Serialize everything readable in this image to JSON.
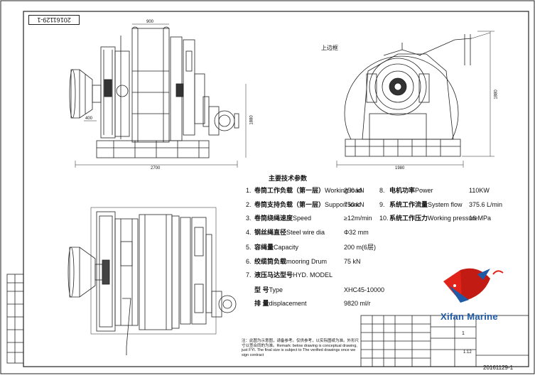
{
  "drawing_number": "20161129-1",
  "drawing_number_bottom": "20161129-1",
  "side_view_label": "上边框",
  "dimensions": {
    "top_width": "900",
    "bottom_width_left": "2700",
    "bottom_width_right": "1980",
    "height_left": "1880",
    "height_right": "1880",
    "small_dim": "400"
  },
  "spec_title": "主要技术参数",
  "specs": [
    {
      "num": "1.",
      "cn": "卷筒工作负载（第一层）",
      "en": "Working load",
      "value": "250 kN"
    },
    {
      "num": "2.",
      "cn": "卷筒支持负载（第一层）",
      "en": "Support load",
      "value": "750 kN"
    },
    {
      "num": "3.",
      "cn": "卷筒绕绳速度",
      "en": "Speed",
      "value": "≥12m/min"
    },
    {
      "num": "4.",
      "cn": "钢丝绳直径",
      "en": "Steel wire dia",
      "value": "Φ32 mm"
    },
    {
      "num": "5.",
      "cn": "容绳量",
      "en": "Capacity",
      "value": "200 m(6层)"
    },
    {
      "num": "6.",
      "cn": "绞缆筒负载",
      "en": "mooring Drum",
      "value": "75 kN"
    },
    {
      "num": "7.",
      "cn": "液压马达型号",
      "en": "HYD. MODEL",
      "value": ""
    },
    {
      "num": "",
      "cn": "型    号",
      "en": "Type",
      "value": "XHC45-10000"
    },
    {
      "num": "",
      "cn": "排    量",
      "en": "displacement",
      "value": "9820  ml/r"
    }
  ],
  "specs_right": [
    {
      "num": "8.",
      "cn": "电机功率",
      "en": "Power",
      "value": "110KW"
    },
    {
      "num": "9.",
      "cn": "系统工作流量",
      "en": "System flow",
      "value": "375.6 L/min"
    },
    {
      "num": "10.",
      "cn": "系统工作压力",
      "en": "Working pressure",
      "value": "16 MPa"
    }
  ],
  "note": "注：此图为示意图，请备参考。仅供参考，以实际图纸为准。外形尺寸以签合同的为准。Remark: below drawing is conceptual drawing, just FYI. The final size is subject to The verified drawings once we sign contract",
  "logo_text": "Xifan Marine",
  "title_block": {
    "scale": "1",
    "ratio": "1:12"
  },
  "colors": {
    "logo_blue": "#1f5aa6",
    "logo_red": "#e2231a",
    "line": "#222222"
  }
}
